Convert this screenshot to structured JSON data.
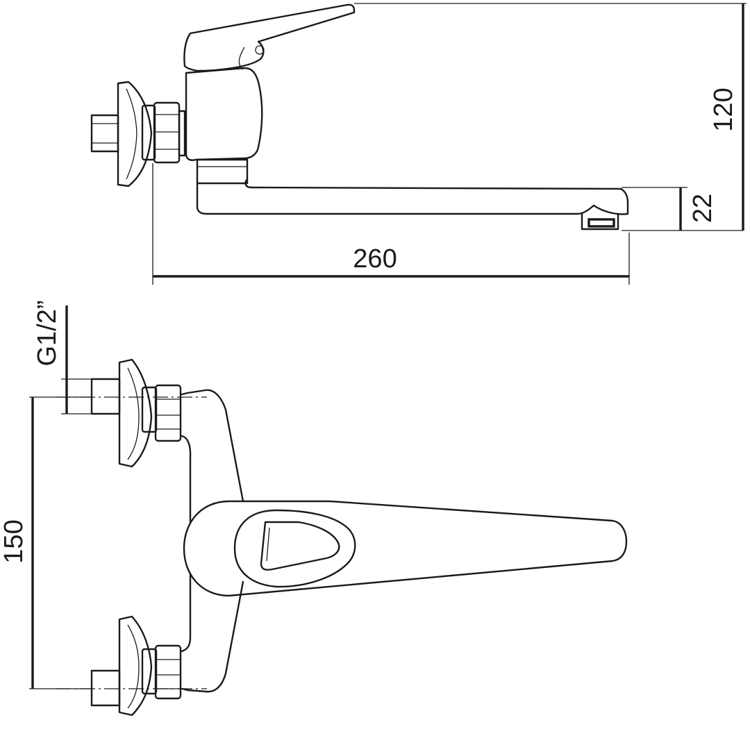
{
  "dimensions": {
    "overall_height": "120",
    "spout_height": "22",
    "spout_reach": "260",
    "thread": "G1/2”",
    "center_distance": "150"
  },
  "colors": {
    "line": "#1a1a1a",
    "background": "#ffffff"
  }
}
